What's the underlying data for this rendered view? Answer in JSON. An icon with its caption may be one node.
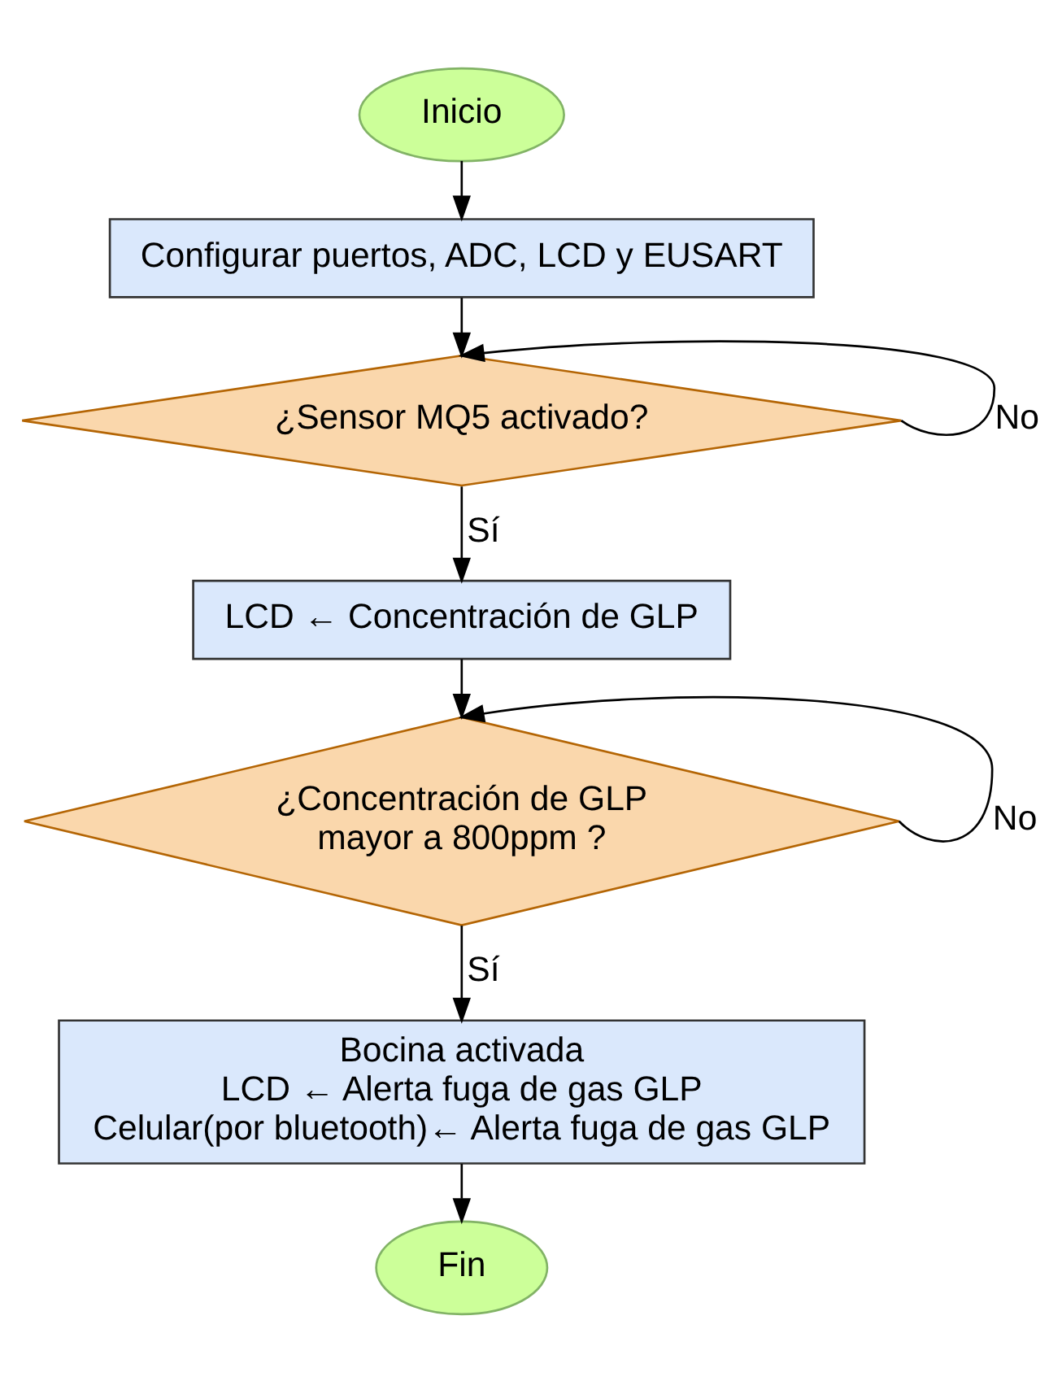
{
  "diagram": {
    "nodes": [
      {
        "text": [
          "Inicio"
        ]
      },
      {
        "text": [
          "Configurar puertos, ADC, LCD y EUSART"
        ]
      },
      {
        "text": [
          "¿Sensor MQ5 activado?"
        ]
      },
      {
        "text": [
          "LCD ← Concentración de GLP"
        ]
      },
      {
        "text": [
          "¿Concentración de GLP mayor a 800ppm ?"
        ]
      },
      {
        "text": [
          "Bocina activada",
          "LCD ← Alerta fuga de gas GLP",
          "Celular(por bluetooth)← Alerta fuga de gas GLP"
        ]
      },
      {
        "text": [
          "Fin"
        ]
      }
    ],
    "edges": [
      {
        "from": 0,
        "to": 1,
        "arrow": "to"
      },
      {
        "from": 1,
        "to": 2,
        "arrow": "to"
      },
      {
        "from": 2,
        "to": 2,
        "arrow": "to",
        "label": "No"
      },
      {
        "from": 2,
        "to": 3,
        "arrow": "to",
        "label": "Sí"
      },
      {
        "from": 3,
        "to": 4,
        "arrow": "to"
      },
      {
        "from": 4,
        "to": 4,
        "arrow": "to",
        "label": "No"
      },
      {
        "from": 4,
        "to": 5,
        "arrow": "to",
        "label": "Sí"
      },
      {
        "from": 5,
        "to": 6,
        "arrow": "to"
      }
    ]
  }
}
